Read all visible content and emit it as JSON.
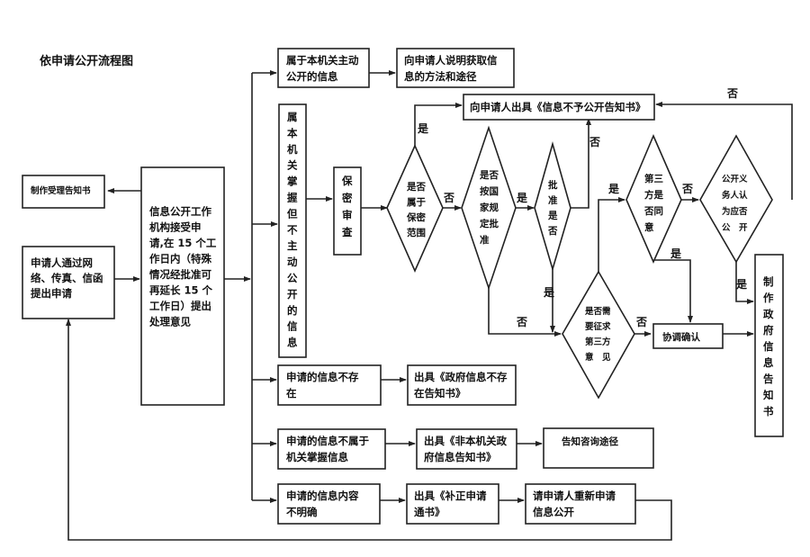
{
  "title": "依申请公开流程图",
  "nodes": {
    "apply": [
      "申请人通过网",
      "络、传真、信函",
      "提出申请"
    ],
    "accept_notice": "制作受理告知书",
    "office": [
      "信息公开工作",
      "机构接受申",
      "请,在 15 个工",
      "作日内（特殊",
      "情况经批准可",
      "再延长 15 个",
      "工作日）提出",
      "处理意见"
    ],
    "proactive": [
      "属于本机关主动",
      "公开的信息"
    ],
    "explain_method": [
      "向申请人说明获取信",
      "息的方法和途径"
    ],
    "held_not_public": [
      "属",
      "本",
      "机",
      "关",
      "掌",
      "握",
      "但",
      "不",
      "主",
      "动",
      "公",
      "开",
      "的",
      "信",
      "息"
    ],
    "secrecy_review": [
      "保",
      "密",
      "审",
      "查"
    ],
    "is_secret": [
      "是否",
      "属于",
      "保密",
      "范围"
    ],
    "needs_approval": [
      "是否",
      "按国",
      "家规",
      "定批",
      "准"
    ],
    "approved": [
      "批",
      "准",
      "是",
      "否"
    ],
    "non_disclosure_notice": "向申请人出具《信息不予公开告知书》",
    "third_party_agree": [
      "第三",
      "方是",
      "否同",
      "意"
    ],
    "public_interest": [
      "公开义",
      "务人认",
      "为应否",
      "公　开"
    ],
    "need_third_party": [
      "是否需",
      "要征求",
      "第三方",
      "意　见"
    ],
    "coordinate": "协调确认",
    "gov_info_notice": [
      "制",
      "作",
      "政",
      "府",
      "信",
      "息",
      "告",
      "知",
      "书"
    ],
    "not_exist": [
      "申请的信息不存",
      "在"
    ],
    "not_exist_notice": [
      "出具《政府信息不存",
      "在告知书》"
    ],
    "not_held": [
      "申请的信息不属于",
      "机关掌握信息"
    ],
    "not_held_notice": [
      "出具《非本机关政",
      "府信息告知书》"
    ],
    "inform_channel": "告知咨询途径",
    "unclear": [
      "申请的信息内容",
      "不明确"
    ],
    "supplement_notice": [
      "出具《补正申请",
      "通书》"
    ],
    "reapply": [
      "请申请人重新申请",
      "信息公开"
    ]
  },
  "edge_labels": {
    "yes": "是",
    "no": "否"
  }
}
